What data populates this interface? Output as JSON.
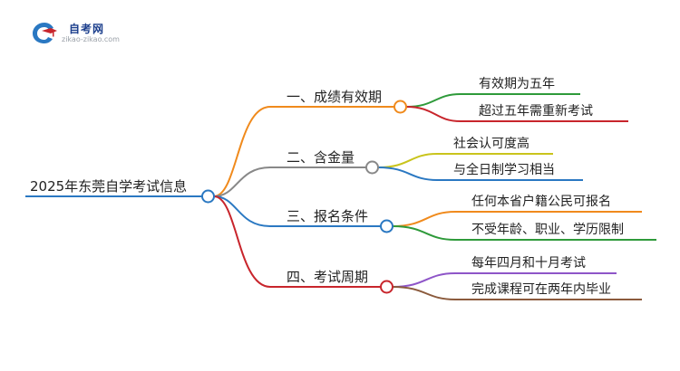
{
  "logo": {
    "title": "自考网",
    "subtitle": "zikao-zikao.com",
    "icon": "graduation-cap-icon"
  },
  "colors": {
    "root": "#2a78c2",
    "b1": "#f08a1c",
    "b2": "#888888",
    "b3": "#2a78c2",
    "b4": "#c8252c",
    "l1a": "#2e9a3a",
    "l1b": "#c8252c",
    "l2a": "#c9c41c",
    "l2b": "#2a78c2",
    "l3a": "#f08a1c",
    "l3b": "#2e9a3a",
    "l4a": "#8e55c8",
    "l4b": "#8b5a3c"
  },
  "mindmap": {
    "root": "2025年东莞自学考试信息",
    "branches": [
      {
        "label": "一、成绩有效期",
        "leaves": [
          "有效期为五年",
          "超过五年需重新考试"
        ]
      },
      {
        "label": "二、含金量",
        "leaves": [
          "社会认可度高",
          "与全日制学习相当"
        ]
      },
      {
        "label": "三、报名条件",
        "leaves": [
          "任何本省户籍公民可报名",
          "不受年龄、职业、学历限制"
        ]
      },
      {
        "label": "四、考试周期",
        "leaves": [
          "每年四月和十月考试",
          "完成课程可在两年内毕业"
        ]
      }
    ]
  }
}
